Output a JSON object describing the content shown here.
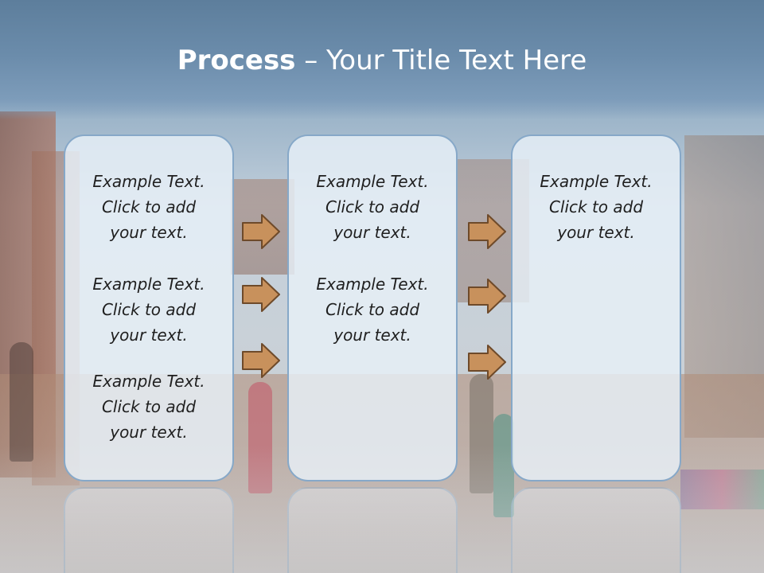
{
  "title": {
    "bold": "Process",
    "rest": " – Your Title Text Here"
  },
  "columns": [
    {
      "items": [
        {
          "line1": "Example Text.",
          "line2": "Click  to add",
          "line3": "your text."
        },
        {
          "line1": "Example Text.",
          "line2": "Click  to add",
          "line3": "your text."
        },
        {
          "line1": "Example Text.",
          "line2": "Click  to add",
          "line3": "your text."
        }
      ]
    },
    {
      "items": [
        {
          "line1": "Example Text.",
          "line2": "Click  to add",
          "line3": "your text."
        },
        {
          "line1": "Example Text.",
          "line2": "Click  to add",
          "line3": "your text."
        }
      ]
    },
    {
      "items": [
        {
          "line1": "Example Text.",
          "line2": "Click  to add",
          "line3": "your text."
        }
      ]
    }
  ],
  "colors": {
    "title_band": "#6b8cab",
    "panel_fill": "#e8f0f8",
    "panel_border": "#86a8c8",
    "arrow_fill": "#c8915c",
    "arrow_stroke": "#6e4a2a"
  },
  "icons": [
    "right-arrow-icon"
  ]
}
